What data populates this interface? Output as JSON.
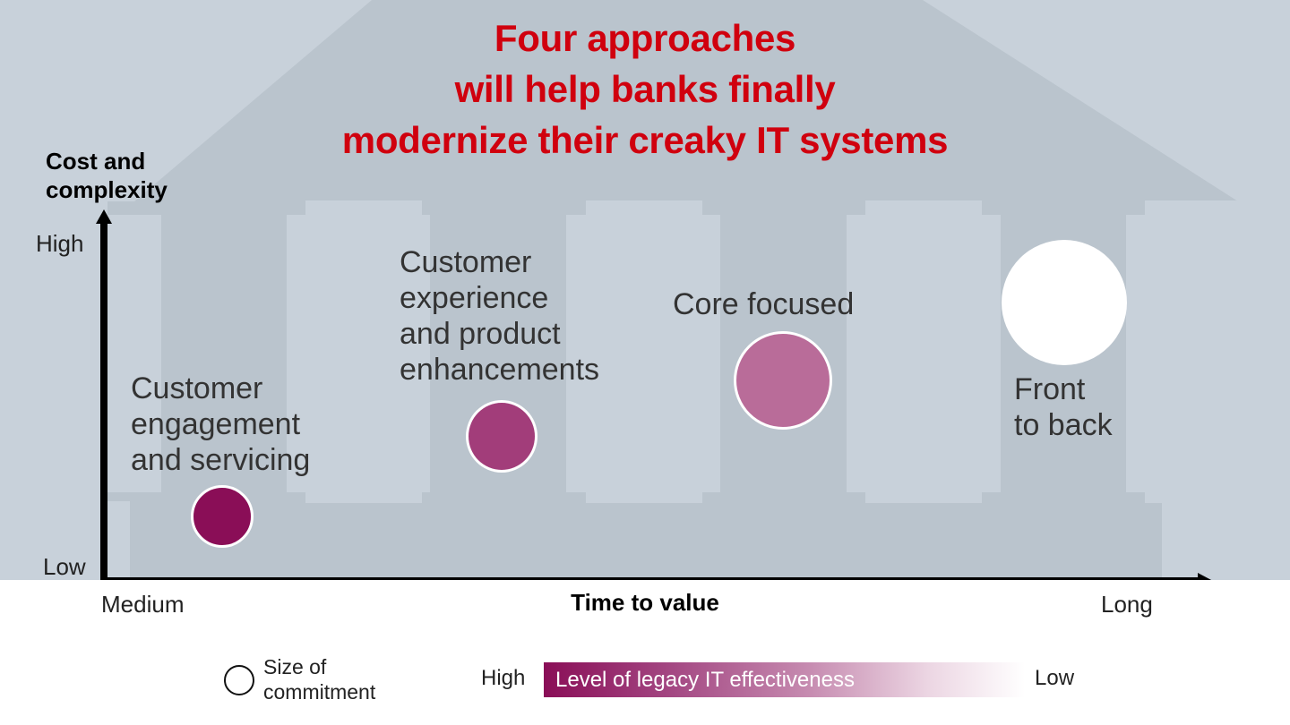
{
  "title": {
    "lines": [
      "Four approaches",
      "will help banks finally",
      "modernize their creaky IT systems"
    ],
    "color": "#d0000e"
  },
  "axes": {
    "y_title_lines": [
      "Cost and",
      "complexity"
    ],
    "y_high": "High",
    "y_low": "Low",
    "x_title": "Time to value",
    "x_start": "Medium",
    "x_end": "Long"
  },
  "points": [
    {
      "label_lines": [
        "Customer",
        "engagement",
        "and servicing"
      ],
      "color": "#8a0e57"
    },
    {
      "label_lines": [
        "Customer",
        "experience",
        "and product",
        "enhancements"
      ],
      "color": "#a23d7a"
    },
    {
      "label_lines": [
        "Core focused"
      ],
      "color": "#b96c99"
    },
    {
      "label_lines": [
        "Front",
        "to back"
      ],
      "color": "#ffffff"
    }
  ],
  "legend": {
    "size_label_lines": [
      "Size of",
      "commitment"
    ],
    "gradient_high": "High",
    "gradient_label": "Level of legacy IT effectiveness",
    "gradient_low": "Low"
  },
  "colors": {
    "background": "#c8d1da",
    "building": "#bac4cd",
    "accent_red": "#d0000e",
    "gradient_start": "#8a0e57"
  },
  "chart_data": {
    "type": "scatter",
    "title": "Four approaches will help banks finally modernize their creaky IT systems",
    "xlabel": "Time to value",
    "ylabel": "Cost and complexity",
    "x_ticks": [
      "Medium",
      "Long"
    ],
    "y_ticks": [
      "Low",
      "High"
    ],
    "xlim": [
      0,
      10
    ],
    "ylim": [
      0,
      10
    ],
    "grid": false,
    "size_encoding": "Size of commitment",
    "color_encoding": "Level of legacy IT effectiveness (High = dark magenta, Low = white)",
    "series": [
      {
        "name": "Customer engagement and servicing",
        "x": 1.1,
        "y": 1.6,
        "size": 1.0,
        "legacy_it_effectiveness": "High"
      },
      {
        "name": "Customer experience and product enhancements",
        "x": 3.6,
        "y": 4.1,
        "size": 1.15,
        "legacy_it_effectiveness": "Medium-high"
      },
      {
        "name": "Core focused",
        "x": 6.2,
        "y": 6.1,
        "size": 1.55,
        "legacy_it_effectiveness": "Medium-low"
      },
      {
        "name": "Front to back",
        "x": 8.9,
        "y": 8.3,
        "size": 2.05,
        "legacy_it_effectiveness": "Low"
      }
    ],
    "legend_position": "bottom"
  }
}
